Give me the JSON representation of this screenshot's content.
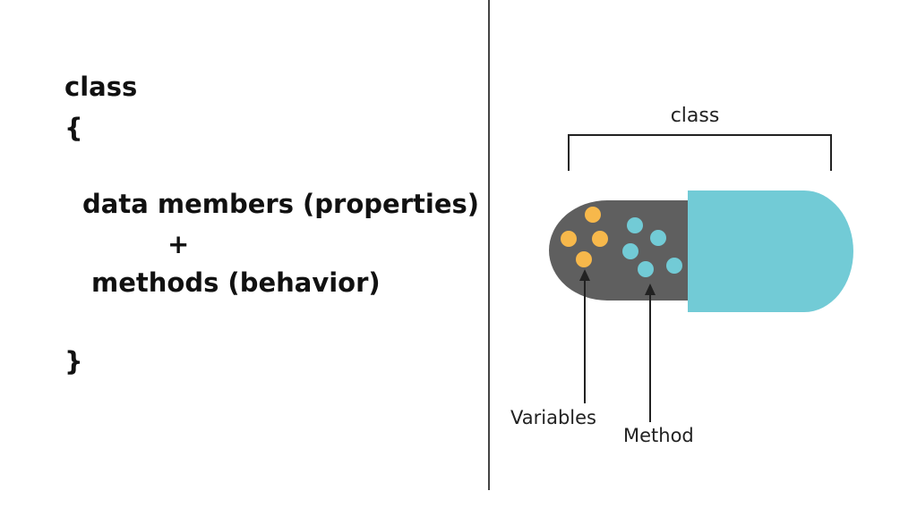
{
  "code": {
    "keyword": "class",
    "open_brace": "{",
    "data_members": "data members (properties)",
    "plus": "+",
    "methods": "methods (behavior)",
    "close_brace": "}"
  },
  "diagram": {
    "bracket_label": "class",
    "variables_label": "Variables",
    "method_label": "Method",
    "colors": {
      "capsule_body": "#5f5f5f",
      "capsule_cap": "#72cbd6",
      "variable_dot": "#f7b84b",
      "method_dot": "#72cbd6",
      "line": "#222222"
    }
  }
}
